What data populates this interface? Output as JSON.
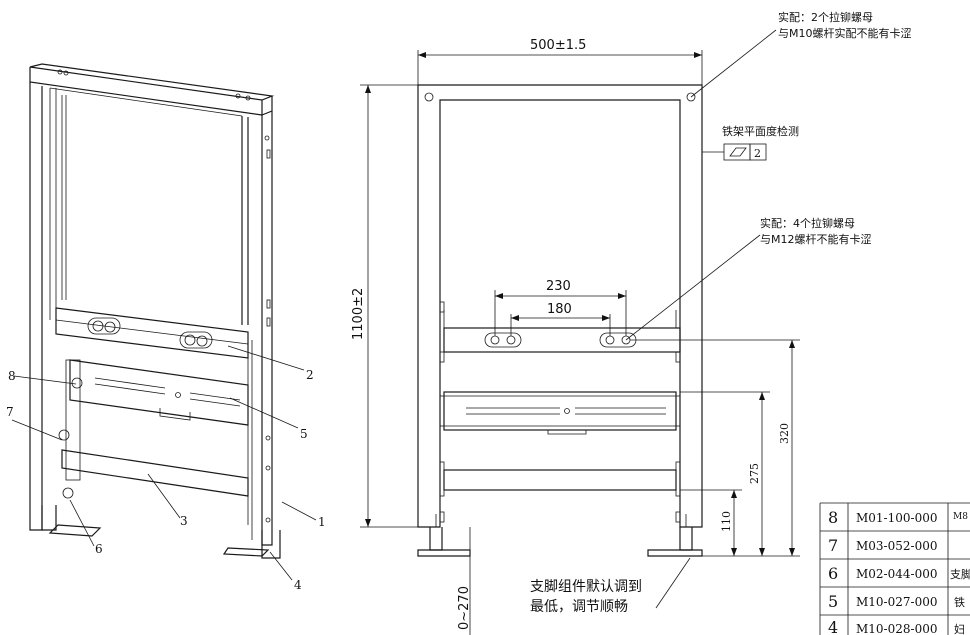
{
  "annotations": {
    "top_note_line1": "实配：2个拉铆螺母",
    "top_note_line2": "与M10螺杆实配不能有卡涩",
    "flatness_label": "铁架平面度检测",
    "flatness_value": "2",
    "mid_note_line1": "实配：4个拉铆螺母",
    "mid_note_line2": "与M12螺杆不能有卡涩",
    "foot_note_line1": "支脚组件默认调到",
    "foot_note_line2": "最低，调节顺畅"
  },
  "dimensions": {
    "width": "500±1.5",
    "height": "1100±2",
    "spacing_outer": "230",
    "spacing_inner": "180",
    "d320": "320",
    "d275": "275",
    "d110": "110",
    "foot_range": "0~270"
  },
  "callouts": [
    "1",
    "2",
    "3",
    "4",
    "5",
    "6",
    "7",
    "8"
  ],
  "bom": [
    {
      "no": "8",
      "code": "M01-100-000",
      "desc": "M8"
    },
    {
      "no": "7",
      "code": "M03-052-000",
      "desc": ""
    },
    {
      "no": "6",
      "code": "M02-044-000",
      "desc": "支脚"
    },
    {
      "no": "5",
      "code": "M10-027-000",
      "desc": "铁"
    },
    {
      "no": "4",
      "code": "M10-028-000",
      "desc": "妇"
    }
  ]
}
